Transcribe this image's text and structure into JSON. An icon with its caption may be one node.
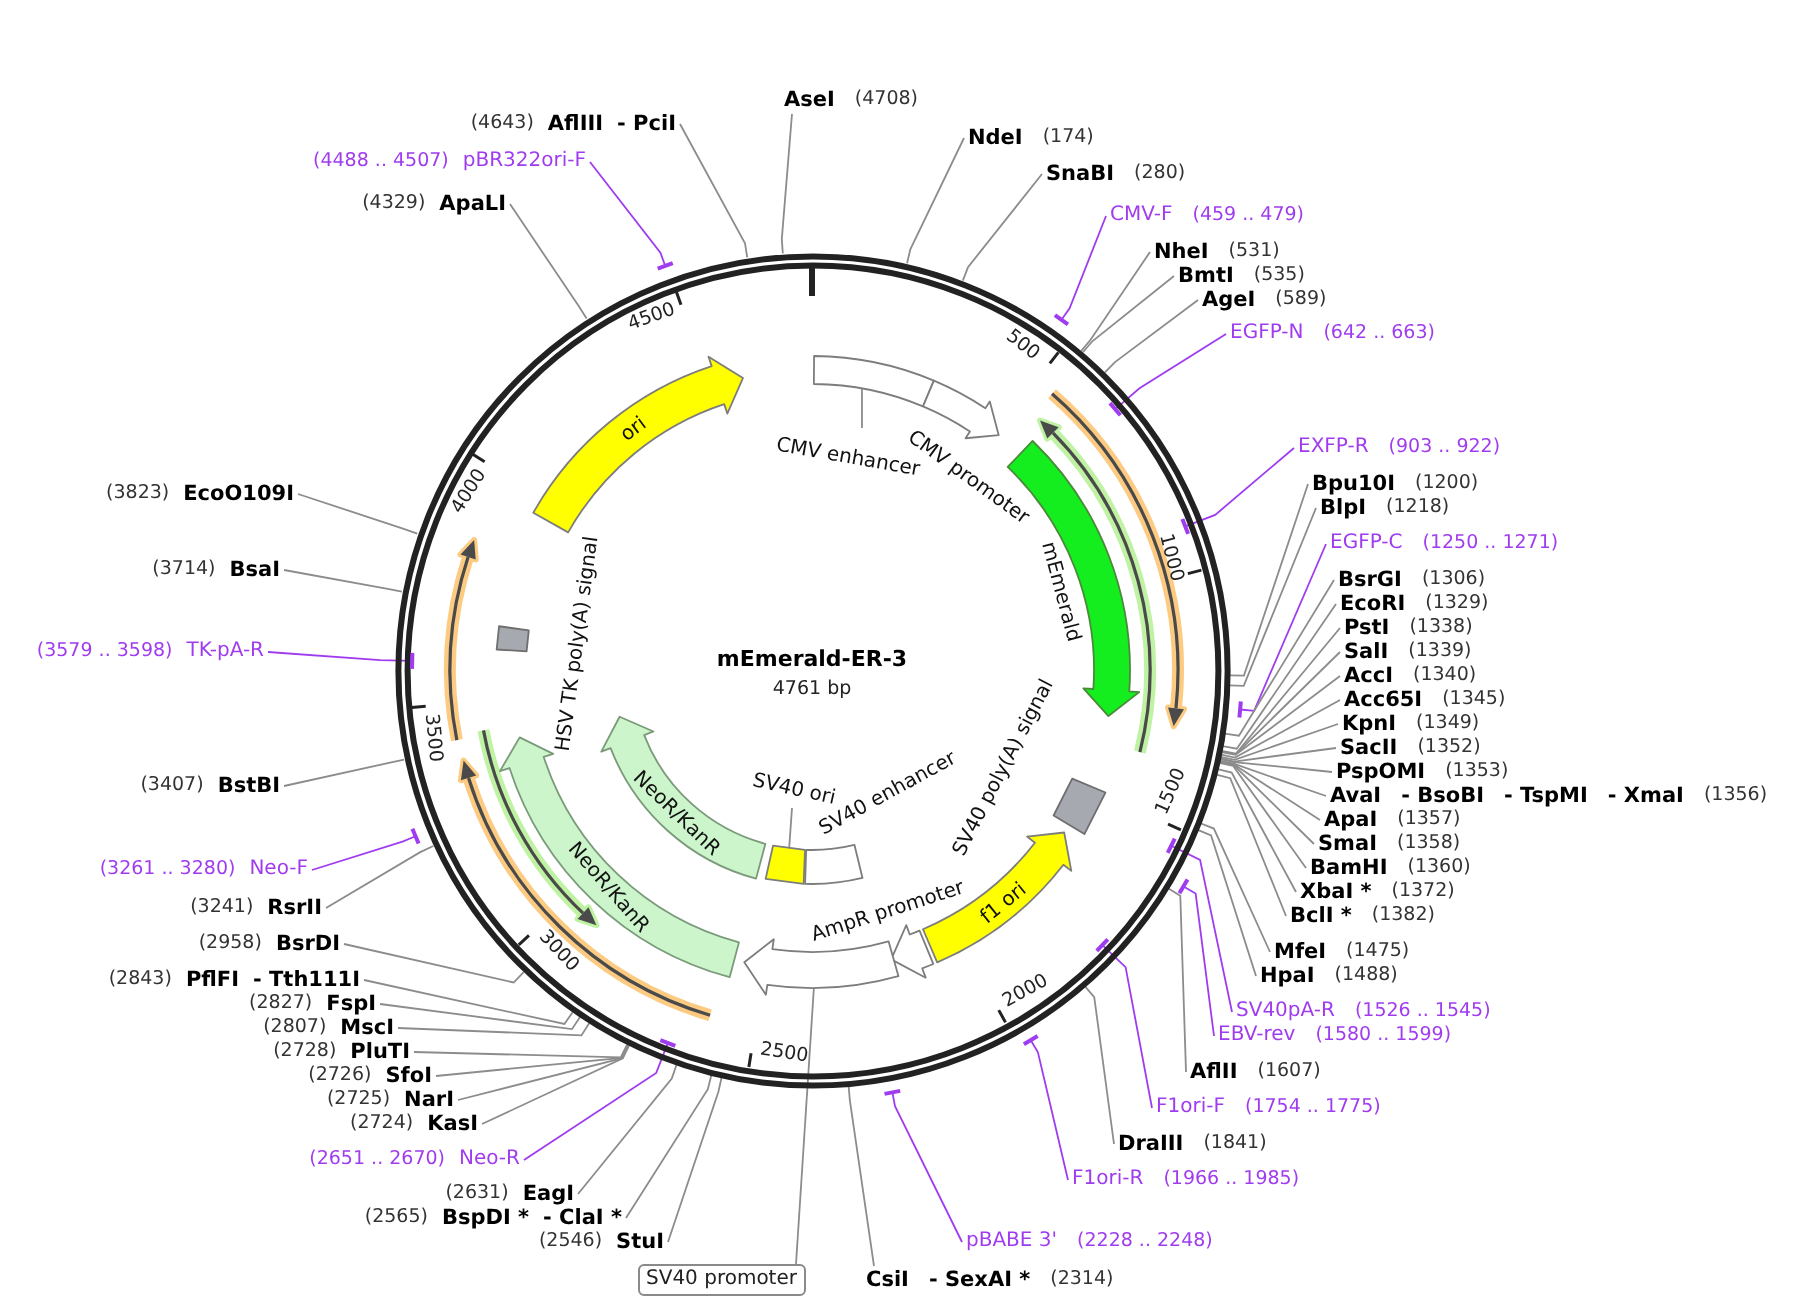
{
  "diagram": {
    "title": "mEmerald-ER-3",
    "nodes": [
      {
        "text": [
          "AseI",
          "(4708)"
        ]
      },
      {
        "text": [
          "NdeI",
          "(174)"
        ]
      },
      {
        "text": [
          "SnaBI",
          "(280)"
        ]
      },
      {
        "text": [
          "CMV-F",
          "(459 .. 479)"
        ]
      },
      {
        "text": [
          "NheI",
          "(531)"
        ]
      },
      {
        "text": [
          "BmtI",
          "(535)"
        ]
      },
      {
        "text": [
          "AgeI",
          "(589)"
        ]
      },
      {
        "text": [
          "EGFP-N",
          "(642 .. 663)"
        ]
      },
      {
        "text": [
          "EXFP-R",
          "(903 .. 922)"
        ]
      },
      {
        "text": [
          "Bpu10I",
          "(1200)"
        ]
      },
      {
        "text": [
          "BlpI",
          "(1218)"
        ]
      },
      {
        "text": [
          "EGFP-C",
          "(1250 .. 1271)"
        ]
      },
      {
        "text": [
          "BsrGI",
          "(1306)"
        ]
      },
      {
        "text": [
          "EcoRI",
          "(1329)"
        ]
      },
      {
        "text": [
          "PstI",
          "(1338)"
        ]
      },
      {
        "text": [
          "SalI",
          "(1339)"
        ]
      },
      {
        "text": [
          "AccI",
          "(1340)"
        ]
      },
      {
        "text": [
          "Acc65I",
          "(1345)"
        ]
      },
      {
        "text": [
          "KpnI",
          "(1349)"
        ]
      },
      {
        "text": [
          "SacII",
          "(1352)"
        ]
      },
      {
        "text": [
          "PspOMI",
          "(1353)"
        ]
      },
      {
        "text": [
          "AvaI",
          "- BsoBI",
          "- TspMI",
          "- XmaI",
          "(1356)"
        ]
      },
      {
        "text": [
          "ApaI",
          "(1357)"
        ]
      },
      {
        "text": [
          "SmaI",
          "(1358)"
        ]
      },
      {
        "text": [
          "BamHI",
          "(1360)"
        ]
      },
      {
        "text": [
          "XbaI *",
          "(1372)"
        ]
      },
      {
        "text": [
          "BclI *",
          "(1382)"
        ]
      },
      {
        "text": [
          "MfeI",
          "(1475)"
        ]
      },
      {
        "text": [
          "HpaI",
          "(1488)"
        ]
      },
      {
        "text": [
          "SV40pA-R",
          "(1526 .. 1545)"
        ]
      },
      {
        "text": [
          "EBV-rev",
          "(1580 .. 1599)"
        ]
      },
      {
        "text": [
          "AflII",
          "(1607)"
        ]
      },
      {
        "text": [
          "F1ori-F",
          "(1754 .. 1775)"
        ]
      },
      {
        "text": [
          "DraIII",
          "(1841)"
        ]
      },
      {
        "text": [
          "F1ori-R",
          "(1966 .. 1985)"
        ]
      },
      {
        "text": [
          "pBABE 3'",
          "(2228 .. 2248)"
        ]
      },
      {
        "text": [
          "CsiI",
          "- SexAI *",
          "(2314)"
        ]
      },
      {
        "text": [
          "SV40 promoter"
        ]
      },
      {
        "text": [
          "(2546)",
          "StuI"
        ]
      },
      {
        "text": [
          "(2565)",
          "BspDI *",
          "- ClaI *"
        ]
      },
      {
        "text": [
          "(2631)",
          "EagI"
        ]
      },
      {
        "text": [
          "(2651 .. 2670)",
          "Neo-R"
        ]
      },
      {
        "text": [
          "(2724)",
          "KasI"
        ]
      },
      {
        "text": [
          "(2725)",
          "NarI"
        ]
      },
      {
        "text": [
          "(2726)",
          "SfoI"
        ]
      },
      {
        "text": [
          "(2728)",
          "PluTI"
        ]
      },
      {
        "text": [
          "(2807)",
          "MscI"
        ]
      },
      {
        "text": [
          "(2827)",
          "FspI"
        ]
      },
      {
        "text": [
          "(2843)",
          "PflFI",
          "- Tth111I"
        ]
      },
      {
        "text": [
          "(2958)",
          "BsrDI"
        ]
      },
      {
        "text": [
          "(3241)",
          "RsrII"
        ]
      },
      {
        "text": [
          "(3261 .. 3280)",
          "Neo-F"
        ]
      },
      {
        "text": [
          "(3407)",
          "BstBI"
        ]
      },
      {
        "text": [
          "(3579 .. 3598)",
          "TK-pA-R"
        ]
      },
      {
        "text": [
          "(3714)",
          "BsaI"
        ]
      },
      {
        "text": [
          "(3823)",
          "EcoO109I"
        ]
      },
      {
        "text": [
          "(4329)",
          "ApaLI"
        ]
      },
      {
        "text": [
          "(4488 .. 4507)",
          "pBR322ori-F"
        ]
      },
      {
        "text": [
          "(4643)",
          "AflIII",
          "- PciI"
        ]
      },
      {
        "text": [],
        "shape": "circle"
      },
      {
        "text": [
          "ori"
        ],
        "in": 59
      },
      {
        "text": [
          "CMV enhancer"
        ],
        "in": 59
      },
      {
        "text": [],
        "shape": "box",
        "in": 59
      },
      {
        "text": [
          "CMV promoter"
        ],
        "in": 59
      },
      {
        "text": [
          "mEmerald"
        ],
        "in": 59
      },
      {
        "text": [
          "SV40 poly(A) signal"
        ],
        "in": 59
      },
      {
        "text": [
          "f1 ori"
        ],
        "in": 59
      },
      {
        "text": [
          "AmpR promoter"
        ],
        "in": 59
      },
      {
        "text": [],
        "shape": "arrow",
        "in": 59
      },
      {
        "text": [
          "SV40 enhancer"
        ],
        "in": 59
      },
      {
        "text": [
          "SV40 ori"
        ],
        "in": 59
      },
      {
        "text": [],
        "shape": "box",
        "in": 59
      },
      {
        "text": [
          "NeoR/KanR"
        ],
        "in": 59
      },
      {
        "text": [
          "NeoR/KanR"
        ],
        "in": 59
      },
      {
        "text": [
          "HSV TK poly(A) signal"
        ],
        "in": 59
      },
      {
        "text": [],
        "shape": "bar"
      },
      {
        "text": [],
        "shape": "bar",
        "in": 59
      },
      {
        "text": [],
        "shape": "bar",
        "in": 59
      },
      {
        "text": [],
        "shape": "bar"
      },
      {
        "text": [],
        "shape": "bar",
        "in": 59
      },
      {
        "text": [],
        "shape": "bar"
      },
      {
        "text": [],
        "shape": "bar",
        "in": 59
      },
      {
        "text": [],
        "shape": "bar"
      },
      {
        "text": [],
        "shape": "bar"
      },
      {
        "text": [],
        "shape": "bar",
        "in": 59
      },
      {
        "text": [],
        "shape": "bar"
      },
      {
        "text": [],
        "shape": "bar",
        "in": 59
      },
      {
        "text": [],
        "shape": "bar"
      }
    ],
    "edges": [
      {
        "from": 0,
        "to": 59,
        "arrow": "none"
      },
      {
        "from": 1,
        "to": 59,
        "arrow": "none"
      },
      {
        "from": 2,
        "to": 59,
        "arrow": "none"
      },
      {
        "from": 3,
        "to": 75,
        "arrow": "none",
        "color": "#a03cf0"
      },
      {
        "from": 4,
        "to": 59,
        "arrow": "none"
      },
      {
        "from": 5,
        "to": 59,
        "arrow": "none"
      },
      {
        "from": 6,
        "to": 59,
        "arrow": "none"
      },
      {
        "from": 7,
        "to": 76,
        "arrow": "none",
        "color": "#a03cf0"
      },
      {
        "from": 8,
        "to": 77,
        "arrow": "none",
        "color": "#a03cf0"
      },
      {
        "from": 9,
        "to": 59,
        "arrow": "none"
      },
      {
        "from": 10,
        "to": 59,
        "arrow": "none"
      },
      {
        "from": 11,
        "to": 78,
        "arrow": "none",
        "color": "#a03cf0"
      },
      {
        "from": 12,
        "to": 59,
        "arrow": "none"
      },
      {
        "from": 13,
        "to": 59,
        "arrow": "none"
      },
      {
        "from": 14,
        "to": 59,
        "arrow": "none"
      },
      {
        "from": 15,
        "to": 59,
        "arrow": "none"
      },
      {
        "from": 16,
        "to": 59,
        "arrow": "none"
      },
      {
        "from": 17,
        "to": 59,
        "arrow": "none"
      },
      {
        "from": 18,
        "to": 59,
        "arrow": "none"
      },
      {
        "from": 19,
        "to": 59,
        "arrow": "none"
      },
      {
        "from": 20,
        "to": 59,
        "arrow": "none"
      },
      {
        "from": 21,
        "to": 59,
        "arrow": "none"
      },
      {
        "from": 22,
        "to": 59,
        "arrow": "none"
      },
      {
        "from": 23,
        "to": 59,
        "arrow": "none"
      },
      {
        "from": 24,
        "to": 59,
        "arrow": "none"
      },
      {
        "from": 25,
        "to": 59,
        "arrow": "none"
      },
      {
        "from": 26,
        "to": 59,
        "arrow": "none"
      },
      {
        "from": 27,
        "to": 59,
        "arrow": "none"
      },
      {
        "from": 28,
        "to": 59,
        "arrow": "none"
      },
      {
        "from": 29,
        "to": 79,
        "arrow": "none",
        "color": "#a03cf0"
      },
      {
        "from": 30,
        "to": 80,
        "arrow": "none",
        "color": "#a03cf0"
      },
      {
        "from": 31,
        "to": 59,
        "arrow": "none"
      },
      {
        "from": 32,
        "to": 81,
        "arrow": "none",
        "color": "#a03cf0"
      },
      {
        "from": 33,
        "to": 59,
        "arrow": "none"
      },
      {
        "from": 34,
        "to": 82,
        "arrow": "none",
        "color": "#a03cf0"
      },
      {
        "from": 35,
        "to": 83,
        "arrow": "none",
        "color": "#a03cf0"
      },
      {
        "from": 36,
        "to": 59,
        "arrow": "none"
      },
      {
        "from": 37,
        "to": 68,
        "arrow": "none"
      },
      {
        "from": 38,
        "to": 59,
        "arrow": "none"
      },
      {
        "from": 39,
        "to": 59,
        "arrow": "none"
      },
      {
        "from": 40,
        "to": 59,
        "arrow": "none"
      },
      {
        "from": 41,
        "to": 84,
        "arrow": "none",
        "color": "#a03cf0"
      },
      {
        "from": 42,
        "to": 59,
        "arrow": "none"
      },
      {
        "from": 43,
        "to": 59,
        "arrow": "none"
      },
      {
        "from": 44,
        "to": 59,
        "arrow": "none"
      },
      {
        "from": 45,
        "to": 59,
        "arrow": "none"
      },
      {
        "from": 46,
        "to": 59,
        "arrow": "none"
      },
      {
        "from": 47,
        "to": 59,
        "arrow": "none"
      },
      {
        "from": 48,
        "to": 59,
        "arrow": "none"
      },
      {
        "from": 49,
        "to": 59,
        "arrow": "none"
      },
      {
        "from": 50,
        "to": 59,
        "arrow": "none"
      },
      {
        "from": 51,
        "to": 85,
        "arrow": "none",
        "color": "#a03cf0"
      },
      {
        "from": 52,
        "to": 59,
        "arrow": "none"
      },
      {
        "from": 53,
        "to": 86,
        "arrow": "none",
        "color": "#a03cf0"
      },
      {
        "from": 54,
        "to": 59,
        "arrow": "none"
      },
      {
        "from": 55,
        "to": 59,
        "arrow": "none"
      },
      {
        "from": 56,
        "to": 59,
        "arrow": "none"
      },
      {
        "from": 57,
        "to": 87,
        "arrow": "none",
        "color": "#a03cf0"
      },
      {
        "from": 58,
        "to": 59,
        "arrow": "none"
      },
      {
        "from": 61,
        "to": 62,
        "arrow": "none"
      },
      {
        "from": 70,
        "to": 71,
        "arrow": "none"
      }
    ],
    "labels": [
      "4761 bp",
      "500",
      "1000",
      "1500",
      "2000",
      "2500",
      "3000",
      "3500",
      "4000",
      "4500"
    ]
  }
}
